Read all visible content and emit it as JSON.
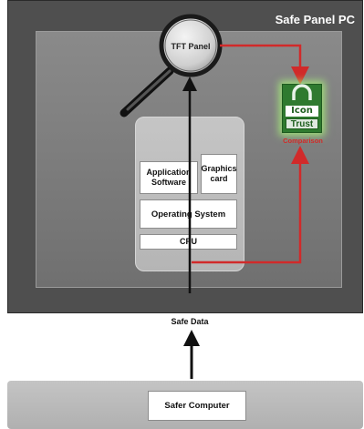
{
  "panel": {
    "title": "Safe Panel PC"
  },
  "magnifier": {
    "label": "TFT Panel"
  },
  "stack": {
    "application": "Application Software",
    "graphics": "Graphics card",
    "os": "Operating System",
    "cpu": "CPU"
  },
  "trust": {
    "icon_word": "Icon",
    "trust_word": "Trust",
    "comparison": "Comparison"
  },
  "flow": {
    "safe_data": "Safe Data"
  },
  "bottom": {
    "safer_computer": "Safer Computer"
  },
  "colors": {
    "arrow_red": "#d12a2a",
    "arrow_black": "#111111",
    "trust_green": "#2f7a2f"
  }
}
